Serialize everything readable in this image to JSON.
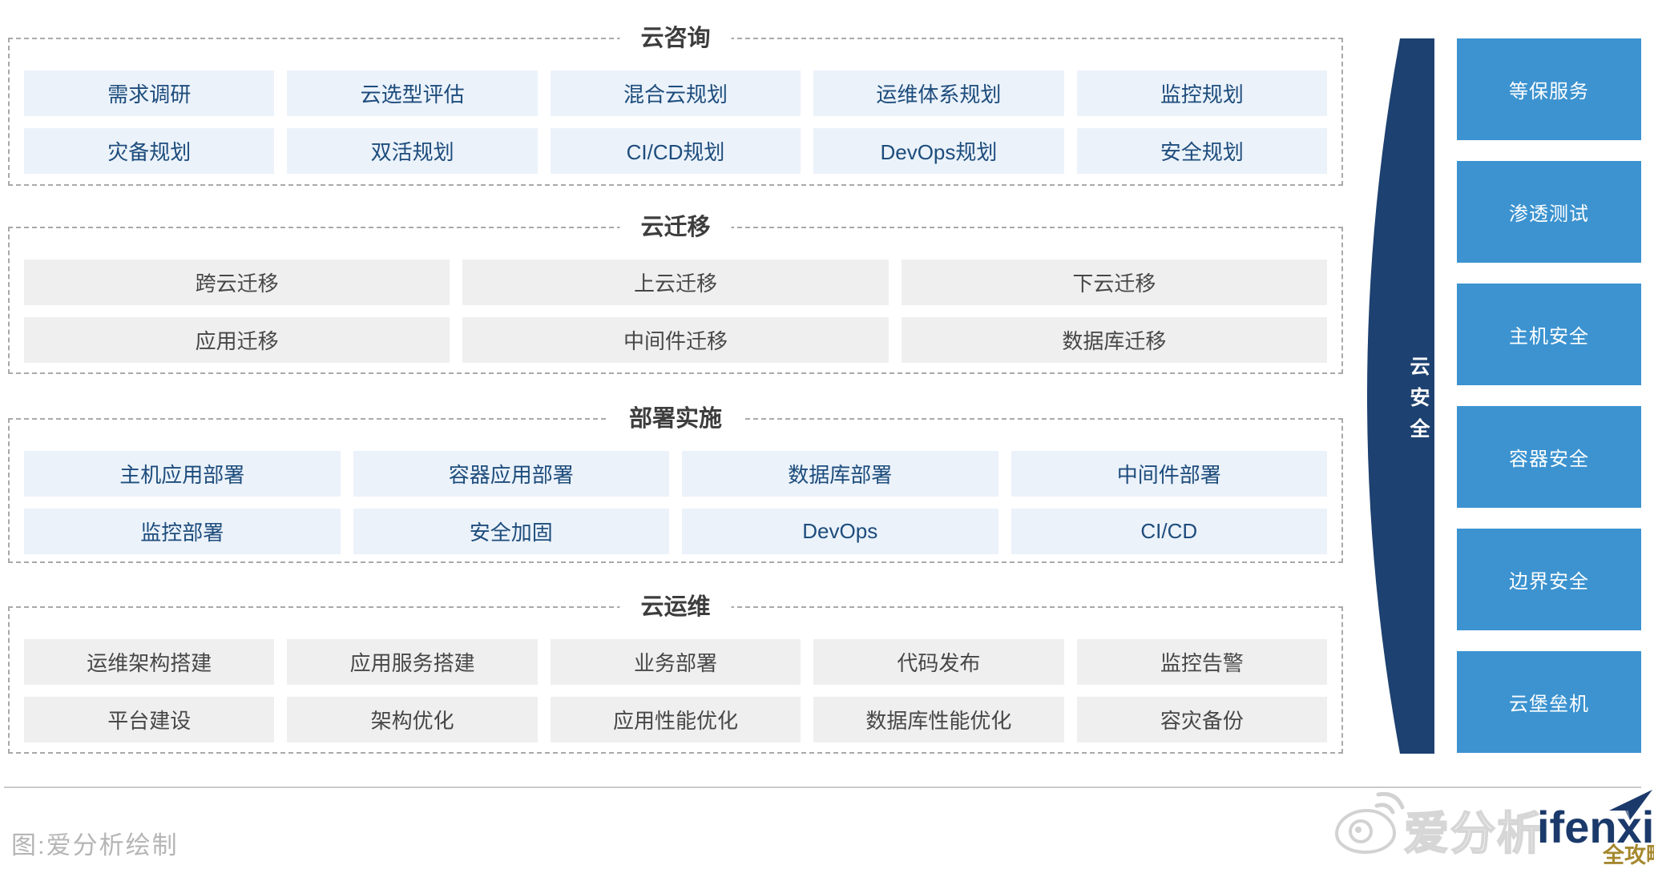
{
  "sections": [
    {
      "id": "cloud-consulting",
      "title": "云咨询",
      "style": "blue",
      "rows": [
        [
          "需求调研",
          "云选型评估",
          "混合云规划",
          "运维体系规划",
          "监控规划"
        ],
        [
          "灾备规划",
          "双活规划",
          "CI/CD规划",
          "DevOps规划",
          "安全规划"
        ]
      ]
    },
    {
      "id": "cloud-migration",
      "title": "云迁移",
      "style": "gray",
      "rows": [
        [
          "跨云迁移",
          "上云迁移",
          "下云迁移"
        ],
        [
          "应用迁移",
          "中间件迁移",
          "数据库迁移"
        ]
      ]
    },
    {
      "id": "deployment-implementation",
      "title": "部署实施",
      "style": "blue",
      "rows": [
        [
          "主机应用部署",
          "容器应用部署",
          "数据库部署",
          "中间件部署"
        ],
        [
          "监控部署",
          "安全加固",
          "DevOps",
          "CI/CD"
        ]
      ]
    },
    {
      "id": "cloud-operations",
      "title": "云运维",
      "style": "gray",
      "rows": [
        [
          "运维架构搭建",
          "应用服务搭建",
          "业务部署",
          "代码发布",
          "监控告警"
        ],
        [
          "平台建设",
          "架构优化",
          "应用性能优化",
          "数据库性能优化",
          "容灾备份"
        ]
      ]
    }
  ],
  "security": {
    "band_label": "云安全",
    "items": [
      "等保服务",
      "渗透测试",
      "主机安全",
      "容器安全",
      "边界安全",
      "云堡垒机"
    ]
  },
  "footer": {
    "caption": "图:爱分析绘制"
  },
  "logo": {
    "cn": "爱分析",
    "en": "ifenxi",
    "badge": "全攻略"
  },
  "colors": {
    "light_blue_box": "#ebf2fa",
    "light_blue_box_text": "#1d4c7c",
    "gray_box": "#efefef",
    "gray_box_text": "#474747",
    "section_title": "#3d3d3d",
    "dashed_border": "#a9a9a9",
    "security_band_navy": "#1d4170",
    "security_box_blue": "#3c93d0",
    "caption_gray": "#b5b5b5",
    "logo_navy": "#1b3a6b",
    "badge_gold": "#a5882e"
  }
}
